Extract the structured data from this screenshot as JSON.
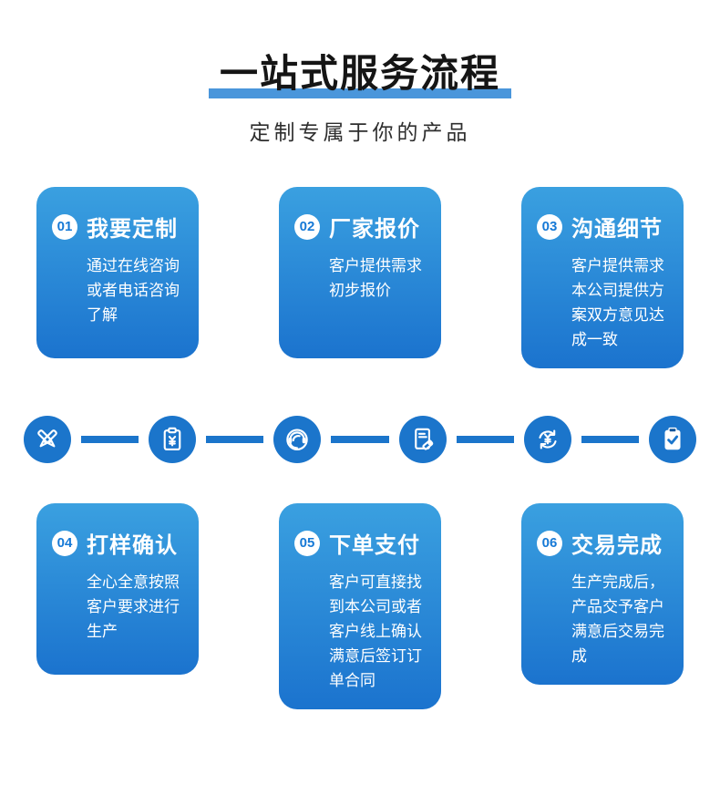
{
  "header": {
    "title": "一站式服务流程",
    "subtitle": "定制专属于你的产品"
  },
  "steps": [
    {
      "num": "01",
      "title": "我要定制",
      "desc": "通过在线咨询或者电话咨询了解"
    },
    {
      "num": "02",
      "title": "厂家报价",
      "desc": "客户提供需求初步报价"
    },
    {
      "num": "03",
      "title": "沟通细节",
      "desc": "客户提供需求本公司提供方案双方意见达成一致"
    },
    {
      "num": "04",
      "title": "打样确认",
      "desc": "全心全意按照客户要求进行生产"
    },
    {
      "num": "05",
      "title": "下单支付",
      "desc": "客户可直接找到本公司或者客户线上确认满意后签订订单合同"
    },
    {
      "num": "06",
      "title": "交易完成",
      "desc": "生产完成后，产品交予客户满意后交易完成"
    }
  ],
  "flow": {
    "icons": [
      {
        "name": "design-pens-icon"
      },
      {
        "name": "quote-invoice-icon"
      },
      {
        "name": "customer-service-icon"
      },
      {
        "name": "document-tag-icon"
      },
      {
        "name": "payment-yen-icon"
      },
      {
        "name": "completed-clipboard-icon"
      }
    ]
  },
  "colors": {
    "title_bar": "#4a96db",
    "flow_blue": "#1b75cb",
    "card_gradient_top": "#3aa0e0",
    "card_gradient_bottom": "#1b73ce",
    "badge_number": "#1679d6"
  }
}
